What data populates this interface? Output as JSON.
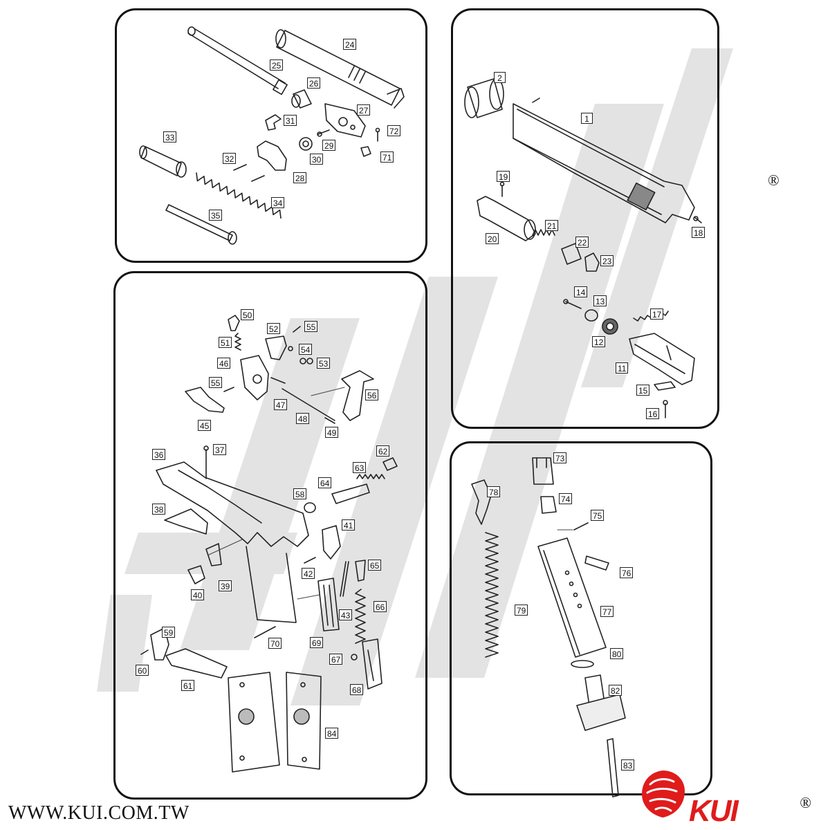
{
  "footer": {
    "website": "WWW.KUI.COM.TW",
    "brand": "KUI",
    "registered": "®"
  },
  "trademark_mark": "®",
  "colors": {
    "line": "#222222",
    "watermark": "#dddddd",
    "brand_red": "#e01b1b",
    "grip_dot": "#bbbbbb"
  },
  "panels": [
    {
      "id": "barrel-assembly",
      "parts": [
        "24",
        "25",
        "26",
        "27",
        "28",
        "29",
        "30",
        "31",
        "32",
        "33",
        "34",
        "35",
        "71",
        "72"
      ]
    },
    {
      "id": "slide-assembly",
      "parts": [
        "1",
        "2",
        "11",
        "12",
        "13",
        "14",
        "15",
        "16",
        "17",
        "18",
        "19",
        "20",
        "21",
        "22",
        "23"
      ]
    },
    {
      "id": "frame-assembly",
      "parts": [
        "36",
        "37",
        "38",
        "39",
        "40",
        "41",
        "42",
        "43",
        "45",
        "46",
        "47",
        "48",
        "49",
        "50",
        "51",
        "52",
        "53",
        "54",
        "55",
        "56",
        "58",
        "59",
        "60",
        "61",
        "62",
        "63",
        "64",
        "65",
        "66",
        "67",
        "68",
        "69",
        "70",
        "84"
      ]
    },
    {
      "id": "magazine-assembly",
      "parts": [
        "73",
        "74",
        "75",
        "76",
        "77",
        "78",
        "79",
        "80",
        "82",
        "83"
      ]
    }
  ],
  "part_labels": [
    "1",
    "2",
    "11",
    "12",
    "13",
    "14",
    "15",
    "16",
    "17",
    "18",
    "19",
    "20",
    "21",
    "22",
    "23",
    "24",
    "25",
    "26",
    "27",
    "28",
    "29",
    "30",
    "31",
    "32",
    "33",
    "34",
    "35",
    "36",
    "37",
    "38",
    "39",
    "40",
    "41",
    "42",
    "43",
    "45",
    "46",
    "47",
    "48",
    "49",
    "50",
    "51",
    "52",
    "53",
    "54",
    "55",
    "55",
    "56",
    "58",
    "59",
    "60",
    "61",
    "62",
    "63",
    "64",
    "65",
    "66",
    "67",
    "68",
    "69",
    "70",
    "71",
    "72",
    "73",
    "74",
    "75",
    "76",
    "77",
    "78",
    "79",
    "80",
    "82",
    "83",
    "84"
  ]
}
